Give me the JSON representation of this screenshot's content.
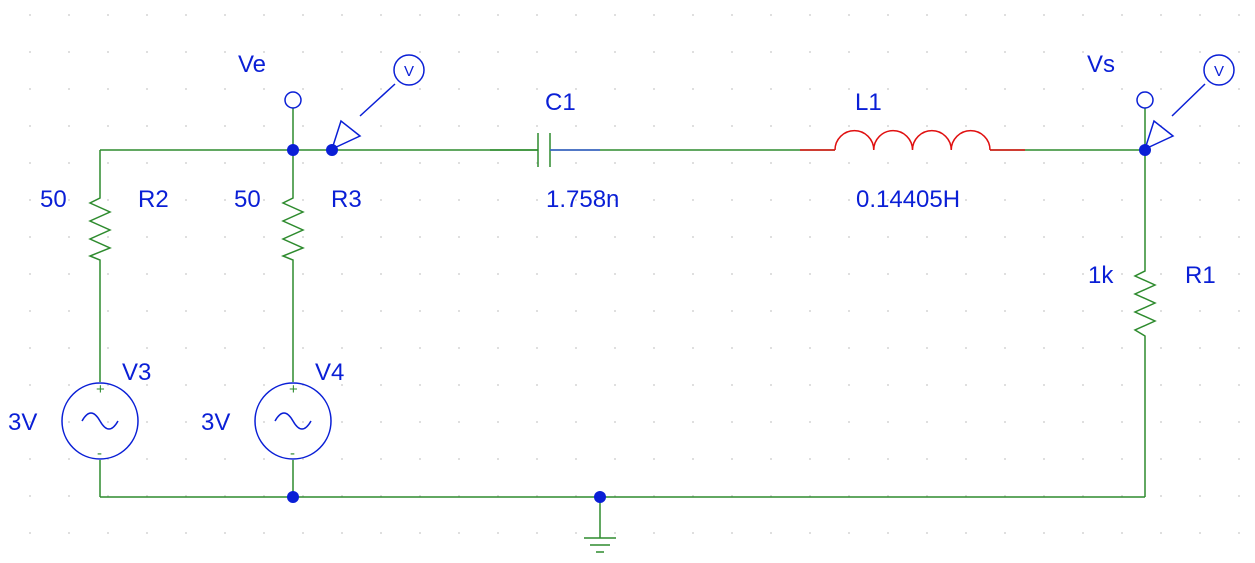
{
  "colors": {
    "wire": "#2e8b2e",
    "label": "#0a1fd6",
    "node": "#0a1fd6",
    "inductor": "#e01010",
    "background": "#ffffff",
    "grid_dot": "#c8c8c8"
  },
  "nets": {
    "ve": "Ve",
    "vs": "Vs"
  },
  "probes": {
    "ve_probe": "V",
    "vs_probe": "V"
  },
  "components": {
    "r2": {
      "ref": "R2",
      "value": "50"
    },
    "r3": {
      "ref": "R3",
      "value": "50"
    },
    "r1": {
      "ref": "R1",
      "value": "1k"
    },
    "c1": {
      "ref": "C1",
      "value": "1.758n"
    },
    "l1": {
      "ref": "L1",
      "value": "0.14405H"
    },
    "v3": {
      "ref": "V3",
      "value": "3V",
      "plus": "+",
      "minus": "-"
    },
    "v4": {
      "ref": "V4",
      "value": "3V",
      "plus": "+",
      "minus": "-"
    }
  },
  "icons": {
    "ground": "ground-icon",
    "ac_source": "sine-wave-icon",
    "probe": "voltage-probe-icon"
  }
}
